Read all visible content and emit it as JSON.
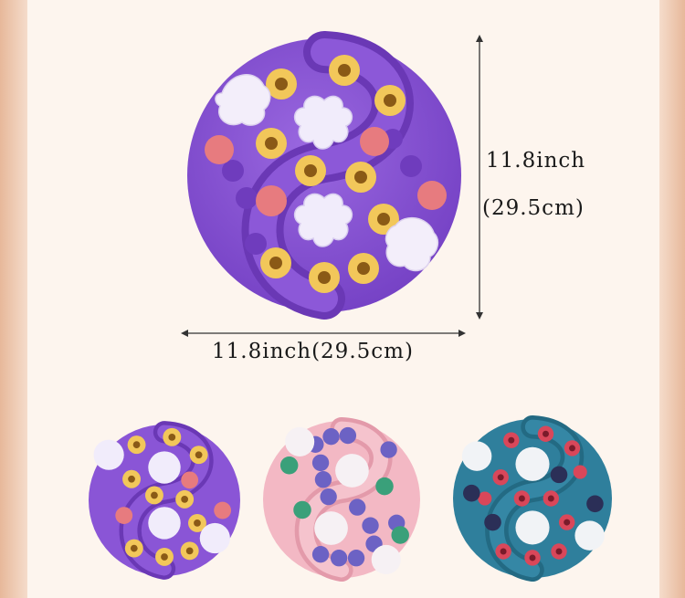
{
  "dimensions": {
    "height_label": "11.8inch",
    "height_metric": "(29.5cm)",
    "width_label": "11.8inch(29.5cm)"
  },
  "variants": [
    {
      "name": "purple",
      "base": "#8a55d6",
      "track": "#7a43c9",
      "knob": "#f2c75a",
      "knob_center": "#b8892c",
      "accent": "#e87c7e",
      "cover": "#f3eefa"
    },
    {
      "name": "pink",
      "base": "#f3b8c4",
      "track": "#eba6b4",
      "knob": "#6c62c4",
      "knob_center": "#3d3690",
      "accent": "#3aa07a",
      "cover": "#f6f1f4"
    },
    {
      "name": "blue",
      "base": "#2f7f9c",
      "track": "#256c87",
      "knob": "#d9475a",
      "knob_center": "#7a1b2a",
      "accent": "#2b2f57",
      "cover": "#f1f3f6"
    }
  ]
}
